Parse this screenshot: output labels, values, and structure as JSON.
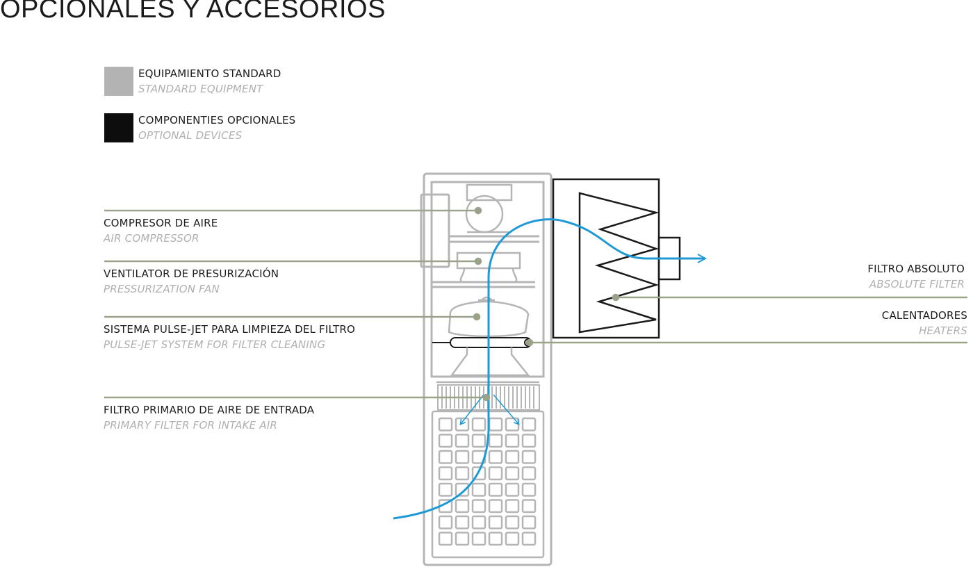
{
  "title": "OPCIONALES Y ACCESORIOS",
  "legend": [
    {
      "es": "EQUIPAMIENTO STANDARD",
      "en": "STANDARD EQUIPMENT",
      "color": "#b3b3b3"
    },
    {
      "es": "COMPONENTIES OPCIONALES",
      "en": "OPTIONAL DEVICES",
      "color": "#0d0d0d"
    }
  ],
  "labels": {
    "compresor": {
      "es": "COMPRESOR DE AIRE",
      "en": "AIR COMPRESSOR"
    },
    "ventilador": {
      "es": "VENTILATOR DE PRESURIZACIÓN",
      "en": "PRESSURIZATION FAN"
    },
    "pulse_jet": {
      "es": "SISTEMA PULSE-JET PARA LIMPIEZA DEL FILTRO",
      "en": "PULSE-JET SYSTEM FOR FILTER CLEANING"
    },
    "filtro_primario": {
      "es": "FILTRO PRIMARIO DE AIRE DE ENTRADA",
      "en": "PRIMARY FILTER FOR INTAKE AIR"
    },
    "filtro_absoluto": {
      "es": "FILTRO ABSOLUTO",
      "en": "ABSOLUTE FILTER"
    },
    "calentadores": {
      "es": "CALENTADORES",
      "en": "HEATERS"
    }
  },
  "colors": {
    "leader_line": "#9aa38a",
    "airflow": "#1f9ad6",
    "equipment_outline": "#b5b5b5",
    "filter_outline": "#1a1a1a"
  }
}
